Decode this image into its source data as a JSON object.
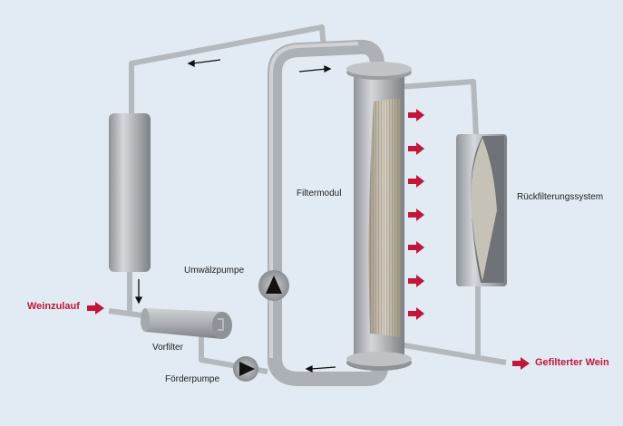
{
  "labels": {
    "inlet": "Weinzulauf",
    "prefilter": "Vorfilter",
    "feed_pump": "Förderpumpe",
    "circulation_pump": "Umwälzpumpe",
    "filter_module": "Filtermodul",
    "back_filter": "Rückfilterungssystem",
    "outlet": "Gefilterter Wein"
  },
  "colors": {
    "background": "#e2ebf3",
    "accent": "#c0173a",
    "metal": "#a9adb1"
  }
}
